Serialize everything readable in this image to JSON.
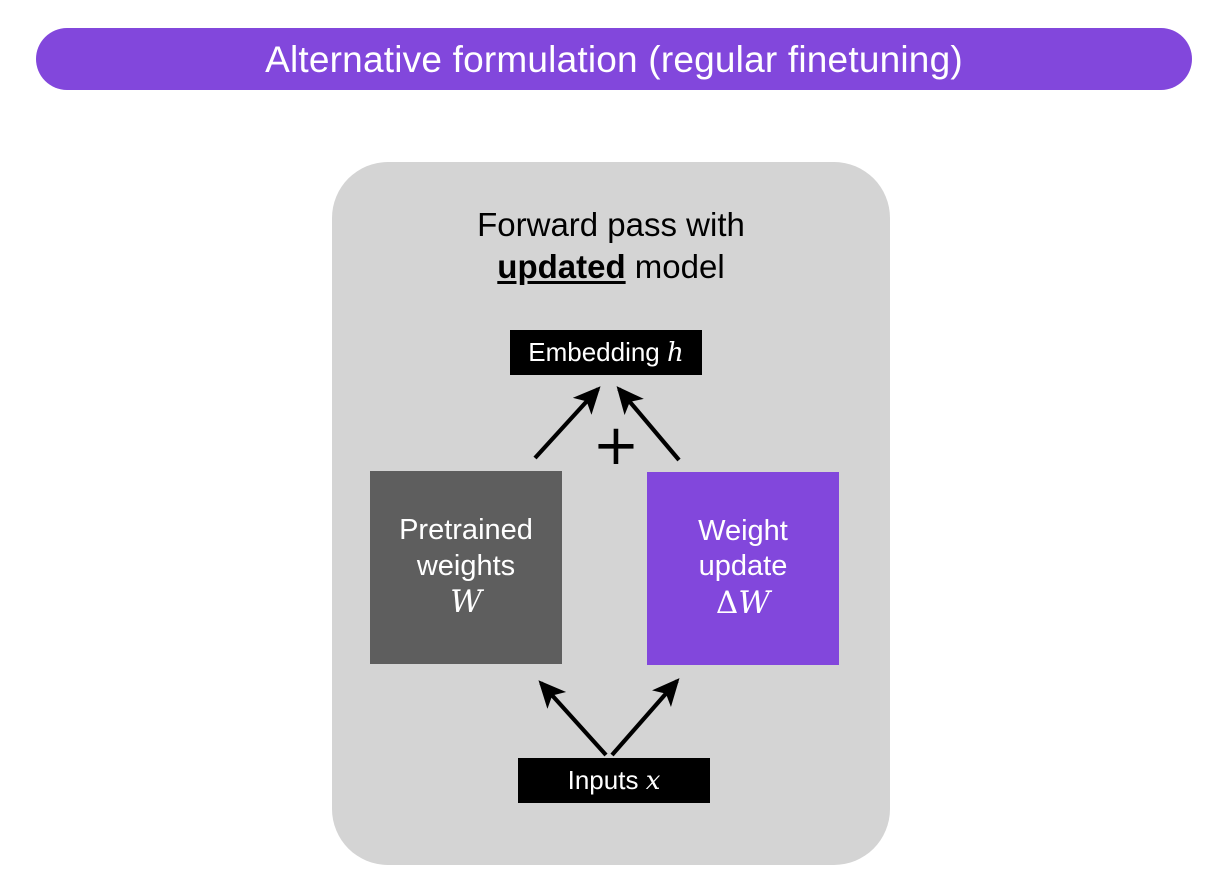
{
  "title": {
    "text": "Alternative formulation (regular finetuning)",
    "background_color": "#8247dc",
    "text_color": "#ffffff"
  },
  "panel": {
    "background_color": "#d4d4d4",
    "heading": {
      "line1": "Forward pass with",
      "emphasis": "updated",
      "line2_suffix": " model"
    }
  },
  "nodes": {
    "embedding": {
      "label": "Embedding",
      "symbol": "h",
      "background_color": "#000000",
      "text_color": "#ffffff"
    },
    "pretrained_weights": {
      "line1": "Pretrained",
      "line2": "weights",
      "symbol": "W",
      "background_color": "#5e5e5e",
      "text_color": "#ffffff"
    },
    "weight_update": {
      "line1": "Weight",
      "line2": "update",
      "symbol_prefix": "Δ",
      "symbol": "W",
      "background_color": "#8247dc",
      "text_color": "#ffffff"
    },
    "inputs": {
      "label": "Inputs",
      "symbol": "x",
      "background_color": "#000000",
      "text_color": "#ffffff"
    }
  },
  "operators": {
    "plus": "+"
  },
  "arrows": {
    "color": "#000000",
    "count": 4,
    "descriptions": [
      "pretrained-weights-to-embedding",
      "weight-update-to-embedding",
      "inputs-to-pretrained-weights",
      "inputs-to-weight-update"
    ]
  }
}
